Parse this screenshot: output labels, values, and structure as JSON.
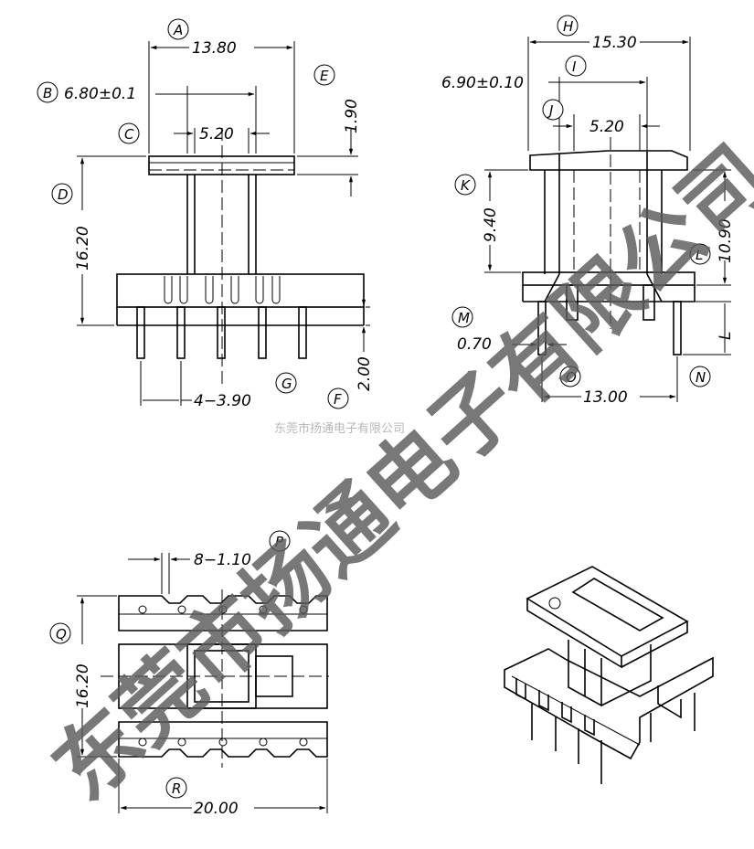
{
  "dimensions": {
    "A": "13.80",
    "B": "6.80±0.1",
    "C_center": "5.20",
    "E": "1.90",
    "D": "16.20",
    "F": "2.00",
    "G": "4−3.90",
    "H": "15.30",
    "I": "6.90±0.10",
    "J": "5.20",
    "K": "9.40",
    "L_total": "10.90",
    "L": "L",
    "M": "0.70",
    "O": "13.00",
    "P": "8−1.10",
    "Q": "16.20",
    "R": "20.00"
  },
  "labels": {
    "A": "A",
    "B": "B",
    "C": "C",
    "D": "D",
    "E": "E",
    "F": "F",
    "G": "G",
    "H": "H",
    "I": "I",
    "J": "J",
    "K": "K",
    "L": "L",
    "M": "M",
    "N": "N",
    "O": "O",
    "P": "P",
    "Q": "Q",
    "R": "R"
  },
  "watermark": {
    "small": "东莞市扬通电子有限公司",
    "large": "东莞市扬通电子有限公司"
  }
}
